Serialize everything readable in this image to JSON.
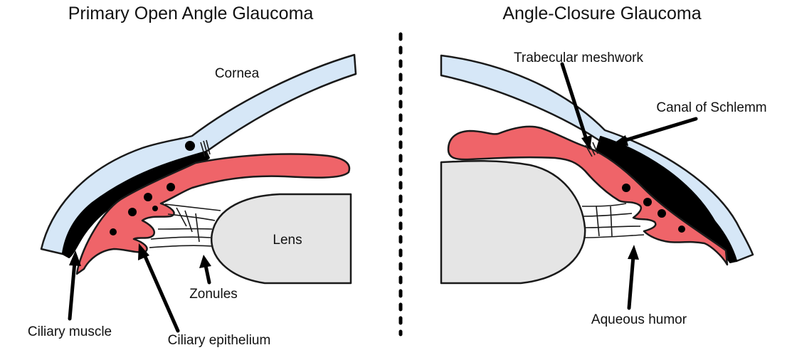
{
  "left_panel": {
    "title": "Primary Open Angle Glaucoma",
    "labels": {
      "cornea": "Cornea",
      "lens": "Lens",
      "zonules": "Zonules",
      "ciliary_muscle": "Ciliary muscle",
      "ciliary_epithelium": "Ciliary epithelium"
    }
  },
  "right_panel": {
    "title": "Angle-Closure Glaucoma",
    "labels": {
      "trabecular_meshwork": "Trabecular meshwork",
      "canal_of_schlemm": "Canal of Schlemm",
      "aqueous_humor": "Aqueous humor"
    }
  },
  "colors": {
    "cornea": "#d6e7f7",
    "iris": "#ef6469",
    "lens": "#e5e5e5",
    "muscle": "#000000"
  }
}
